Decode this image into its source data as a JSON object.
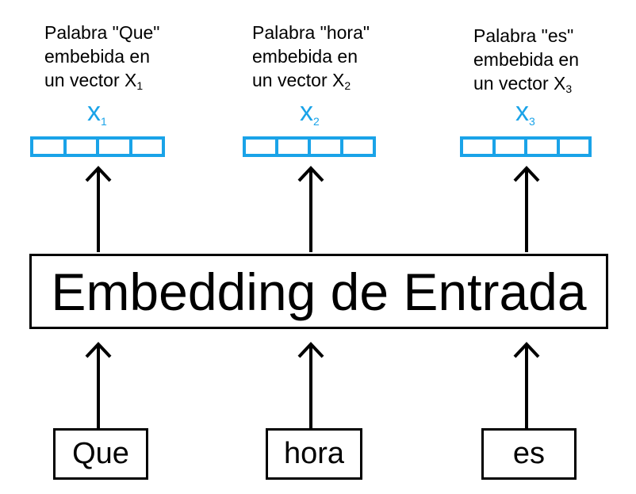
{
  "columns": [
    {
      "caption_lines": [
        "Palabra \"Que\"",
        "embebida en",
        "un vector X"
      ],
      "caption_sub": "1",
      "vector_label": "x",
      "vector_sub": "1",
      "word": "Que"
    },
    {
      "caption_lines": [
        "Palabra \"hora\"",
        "embebida en",
        "un vector X"
      ],
      "caption_sub": "2",
      "vector_label": "x",
      "vector_sub": "2",
      "word": "hora"
    },
    {
      "caption_lines": [
        "Palabra \"es\"",
        "embebida en",
        "un vector X"
      ],
      "caption_sub": "3",
      "vector_label": "x",
      "vector_sub": "3",
      "word": "es"
    }
  ],
  "main_box_label": "Embedding de Entrada",
  "colors": {
    "vector": "#1aa3e8",
    "line": "#000000"
  }
}
